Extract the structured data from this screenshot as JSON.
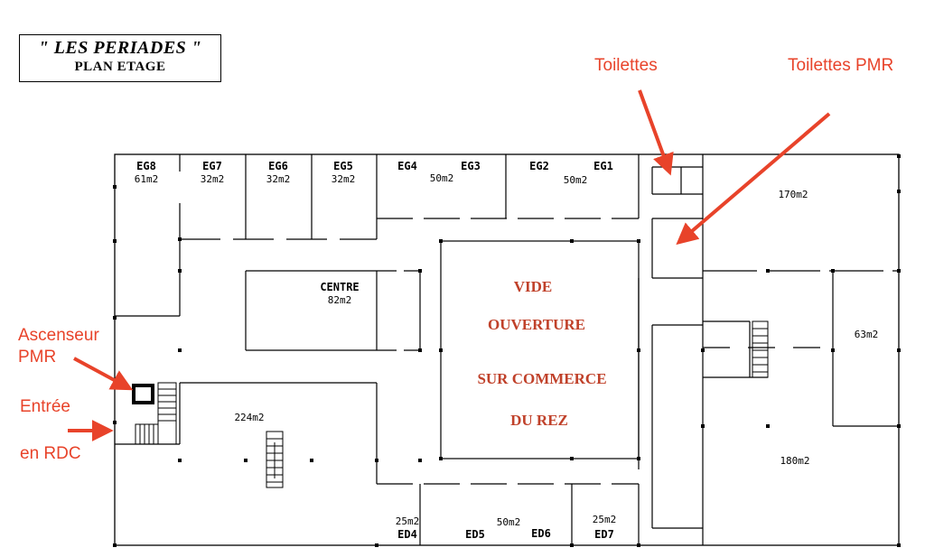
{
  "header": {
    "title": "\" LES PERIADES \"",
    "subtitle": "PLAN ETAGE"
  },
  "annotations": {
    "toilettes": "Toilettes",
    "toilettes_pmr": "Toilettes PMR",
    "ascenseur_line1": "Ascenseur",
    "ascenseur_line2": "PMR",
    "entree_line1": "Entrée",
    "entree_line2": "en RDC"
  },
  "rooms": {
    "eg8": {
      "name": "EG8",
      "area": "61m2"
    },
    "eg7": {
      "name": "EG7",
      "area": "32m2"
    },
    "eg6": {
      "name": "EG6",
      "area": "32m2"
    },
    "eg5": {
      "name": "EG5",
      "area": "32m2"
    },
    "eg4": {
      "name": "EG4"
    },
    "eg3": {
      "name": "EG3"
    },
    "eg43_area": "50m2",
    "eg2": {
      "name": "EG2"
    },
    "eg1": {
      "name": "EG1"
    },
    "eg21_area": "50m2",
    "centre": {
      "name": "CENTRE",
      "area": "82m2"
    },
    "main_hall_area": "224m2",
    "r170": "170m2",
    "r63": "63m2",
    "r180": "180m2",
    "ed4": {
      "name": "ED4",
      "area": "25m2"
    },
    "ed5": {
      "name": "ED5"
    },
    "ed6": {
      "name": "ED6"
    },
    "ed56_area": "50m2",
    "ed7": {
      "name": "ED7",
      "area": "25m2"
    }
  },
  "void_text": {
    "line1": "VIDE",
    "line2": "OUVERTURE",
    "line3": "SUR COMMERCE",
    "line4": "DU REZ"
  },
  "colors": {
    "annotation": "#e8432a",
    "void_text": "#c0412a",
    "walls": "#000000"
  }
}
